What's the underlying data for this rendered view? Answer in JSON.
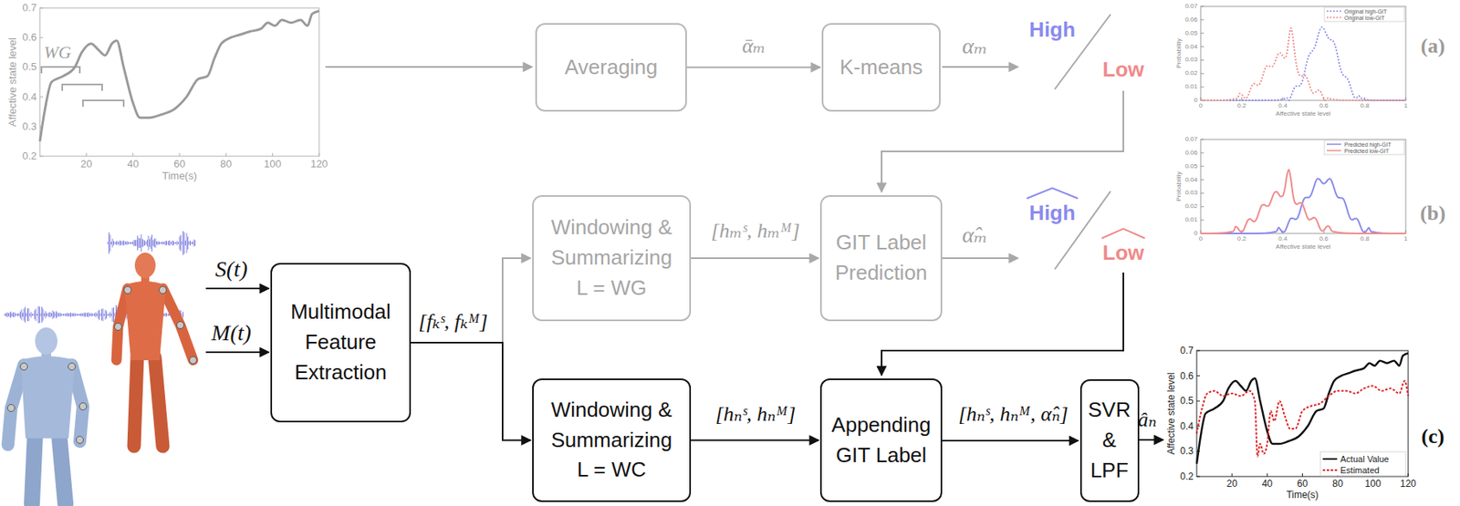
{
  "diagram": {
    "nodes": [
      {
        "text": [
          "Averaging"
        ]
      },
      {
        "text": [
          "K-means"
        ]
      },
      {
        "text": [
          "Windowing & Summarizing",
          "L = WG"
        ]
      },
      {
        "text": [
          "GIT Label Prediction"
        ]
      },
      {
        "text": [
          "Multimodal Feature Extraction"
        ]
      },
      {
        "text": [
          "Windowing & Summarizing",
          "L = WC"
        ]
      },
      {
        "text": [
          "Appending GIT Label"
        ]
      },
      {
        "text": [
          "SVR & LPF"
        ]
      }
    ],
    "edges": [
      {
        "from": 0,
        "to": 1,
        "arrow": "to",
        "label": "ᾱₘ"
      },
      {
        "from": 2,
        "to": 3,
        "arrow": "to",
        "label": "[hₘˢ, hₘᴹ]"
      },
      {
        "from": 4,
        "to": 2,
        "arrow": "to",
        "label": "[fₖˢ, fₖᴹ]"
      },
      {
        "from": 4,
        "to": 5,
        "arrow": "to"
      },
      {
        "from": 5,
        "to": 6,
        "arrow": "to",
        "label": "[hₙˢ, hₙᴹ]"
      },
      {
        "from": 6,
        "to": 7,
        "arrow": "to",
        "label": "[hₙˢ, hₙᴹ, α̂ₙ]"
      }
    ],
    "labels": [
      "0.7",
      "0.6",
      "0.5",
      "0.4",
      "0.3",
      "0.2",
      "20",
      "40",
      "60",
      "80",
      "100",
      "120",
      "Time(s)",
      "Affective state level",
      "WG",
      "αₘ",
      "High",
      "Low",
      "0.07",
      "0.06",
      "0.05",
      "0.04",
      "0.03",
      "0.02",
      "0.01",
      "0",
      "0",
      "0.2",
      "0.4",
      "0.6",
      "0.8",
      "1",
      "Affective state level",
      "Probability",
      "(a)",
      "α̂ₘ",
      "High",
      "Low",
      "0.07",
      "0.06",
      "0.05",
      "0.04",
      "0.03",
      "0.02",
      "0.01",
      "0",
      "0",
      "0.2",
      "0.4",
      "0.6",
      "0.8",
      "1",
      "Affective state level",
      "Probability",
      "(b)",
      "S(t)",
      "M(t)",
      "âₙ",
      "0.7",
      "0.6",
      "0.5",
      "0.4",
      "0.3",
      "0.2",
      "20",
      "40",
      "60",
      "80",
      "100",
      "120",
      "Time(s)",
      "Affective state level",
      "(c)"
    ],
    "legend": [
      {
        "text": "Original high-GIT"
      },
      {
        "text": "Original low-GIT"
      },
      {
        "text": "Predicted high-GIT"
      },
      {
        "text": "Predicted low-GIT"
      },
      {
        "text": "Actual Value"
      },
      {
        "text": "Estimated"
      }
    ]
  }
}
